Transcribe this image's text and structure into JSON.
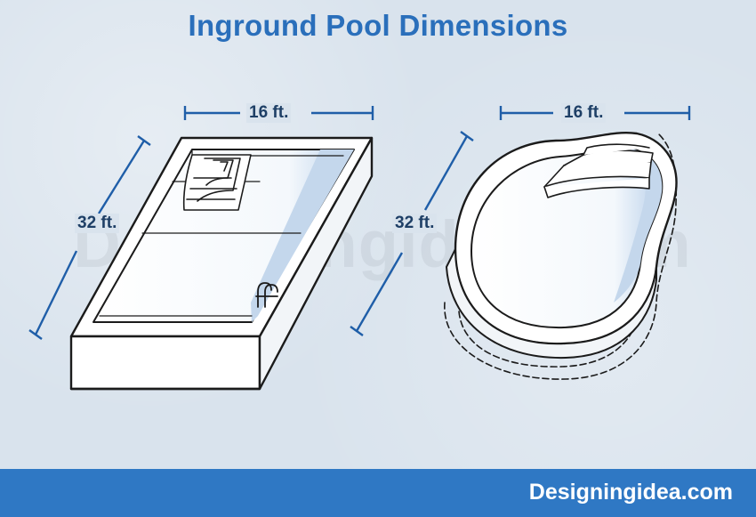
{
  "title": "Inground Pool Dimensions",
  "watermark": "Designingidea.com",
  "rect_pool": {
    "width_label": "16 ft.",
    "length_label": "32 ft."
  },
  "kidney_pool": {
    "width_label": "16 ft.",
    "length_label": "32 ft."
  },
  "footer": {
    "brand": "Designingidea.com"
  },
  "colors": {
    "title": "#2a6fbb",
    "dimension": "#1f5ea8",
    "footer_bg": "#2f78c4",
    "water_shade": "#b9d0ea",
    "background": "#d9e3ed"
  }
}
